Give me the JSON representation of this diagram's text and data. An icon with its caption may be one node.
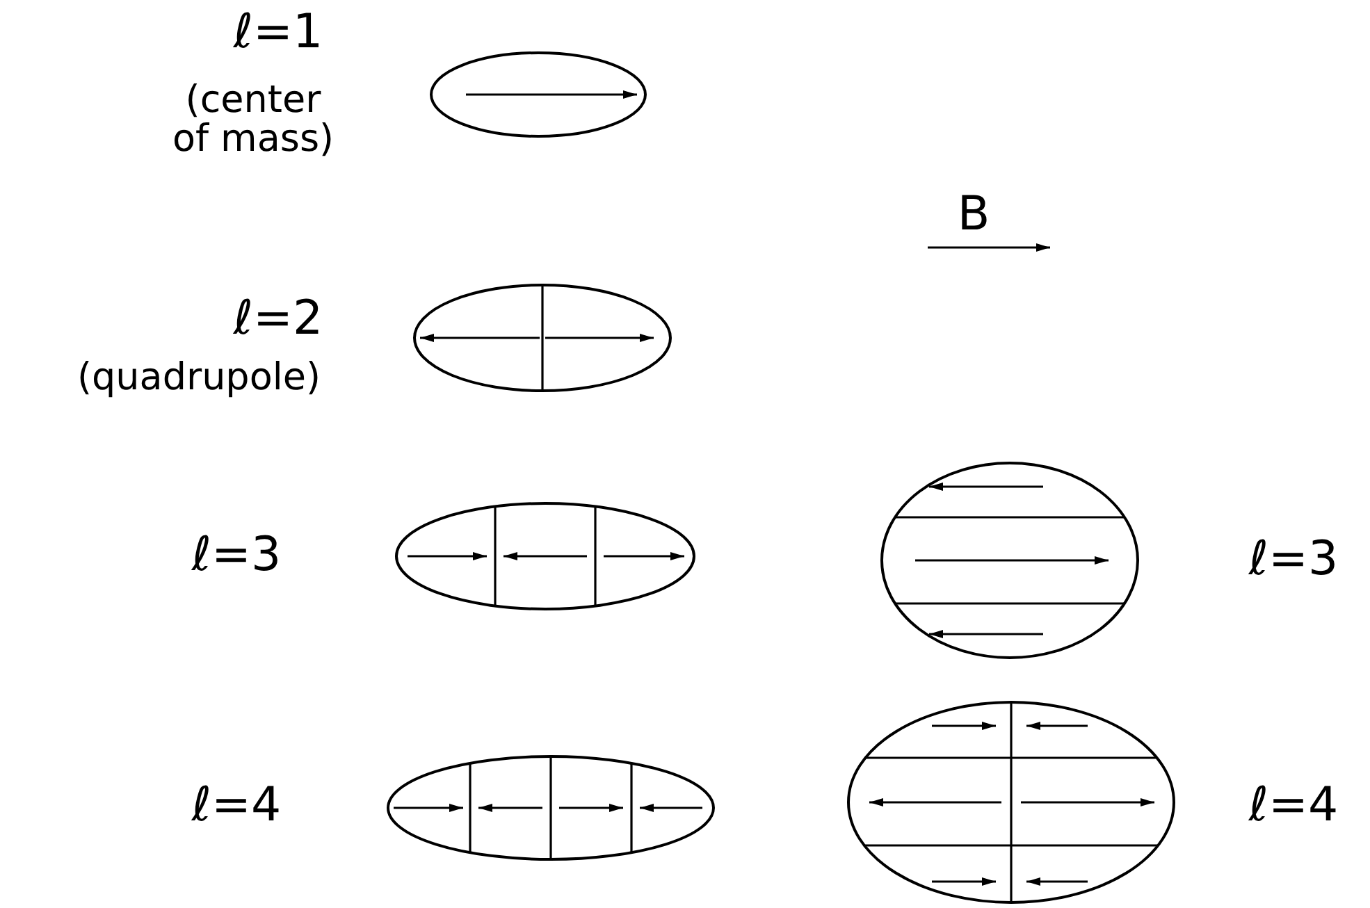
{
  "diagram": {
    "labels": [
      "ℓ=1",
      "(center of mass)",
      "B",
      "ℓ=2",
      "(quadrupole)",
      "ℓ=3",
      "ℓ=3",
      "ℓ=4",
      "ℓ=4"
    ]
  }
}
